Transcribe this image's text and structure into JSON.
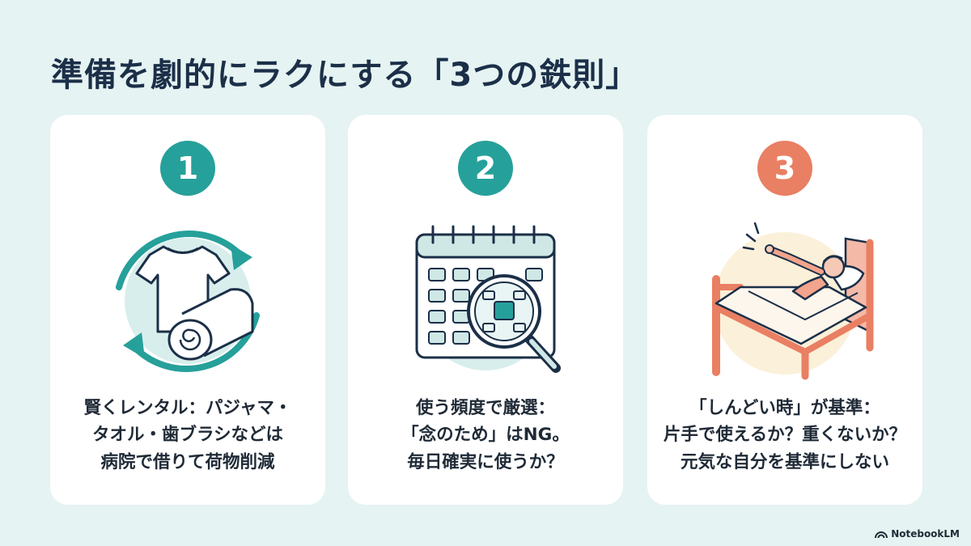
{
  "title": "準備を劇的にラクにする「3つの鉄則」",
  "colors": {
    "background": "#e5f3f2",
    "teal": "#26a09a",
    "coral": "#e97f63",
    "navy": "#1b2f48"
  },
  "cards": [
    {
      "number": "1",
      "icon": "tshirt-towel-recycle-icon",
      "lines": [
        "賢くレンタル：パジャマ・",
        "タオル・歯ブラシなどは",
        "病院で借りて荷物削減"
      ]
    },
    {
      "number": "2",
      "icon": "calendar-magnifier-icon",
      "lines": [
        "使う頻度で厳選：",
        "「念のため」はNG。",
        "毎日確実に使うか？"
      ]
    },
    {
      "number": "3",
      "icon": "patient-in-bed-icon",
      "lines": [
        "「しんどい時」が基準：",
        "片手で使えるか？重くないか？",
        "元気な自分を基準にしない"
      ]
    }
  ],
  "branding": {
    "label": "NotebookLM",
    "icon": "notebooklm-logo-icon"
  }
}
